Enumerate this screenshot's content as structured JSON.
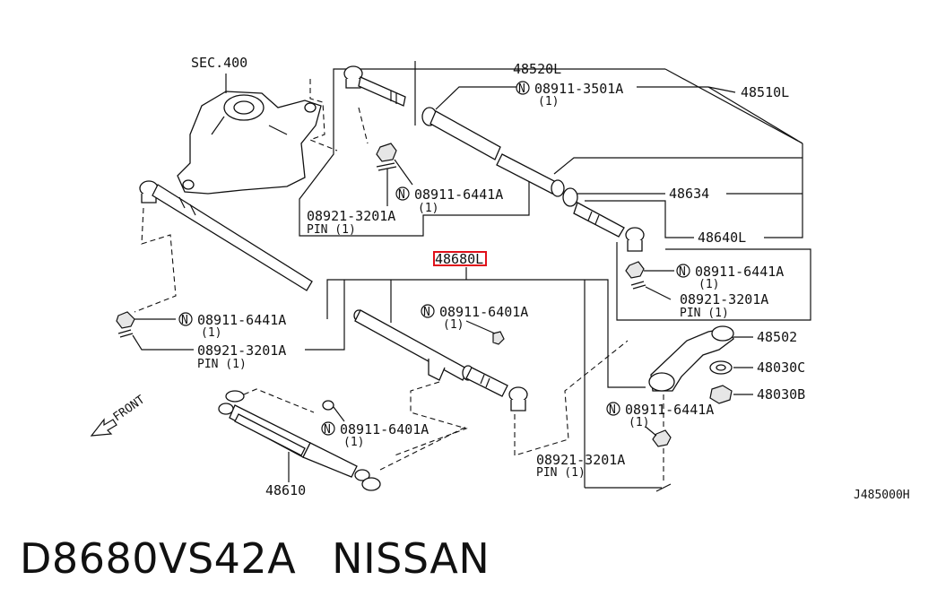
{
  "diagram": {
    "labels": {
      "sec400": "SEC.400",
      "p48520L": "48520L",
      "p48510L": "48510L",
      "p48634": "48634",
      "p48640L": "48640L",
      "p48680L": "48680L",
      "p48502": "48502",
      "p48030C": "48030C",
      "p48030B": "48030B",
      "p48610": "48610",
      "front": "FRONT",
      "code": "J485000H"
    },
    "callouts": {
      "nut_3501A": "08911-3501A",
      "qty_3501A": "(1)",
      "nut_6441A_top": "08911-6441A",
      "qty_6441A_top": "(1)",
      "pin_3201A_top": "08921-3201A",
      "pin_label_top": "PIN (1)",
      "nut_6441A_right": "08911-6441A",
      "qty_6441A_right": "(1)",
      "pin_3201A_right": "08921-3201A",
      "pin_label_right": "PIN (1)",
      "nut_6441A_left": "08911-6441A",
      "qty_6441A_left": "(1)",
      "pin_3201A_left": "08921-3201A",
      "pin_label_left": "PIN (1)",
      "nut_6401A_mid": "08911-6401A",
      "qty_6401A_mid": "(1)",
      "nut_6441A_lower": "08911-6441A",
      "qty_6441A_lower": "(1)",
      "nut_6401A_lower": "08911-6401A",
      "qty_6401A_lower": "(1)",
      "pin_3201A_lower": "08921-3201A",
      "pin_label_lower": "PIN (1)",
      "n_symbol": "N"
    },
    "highlight_color": "#e0101a"
  },
  "caption": {
    "part_number": "D8680VS42A",
    "brand": "NISSAN"
  }
}
